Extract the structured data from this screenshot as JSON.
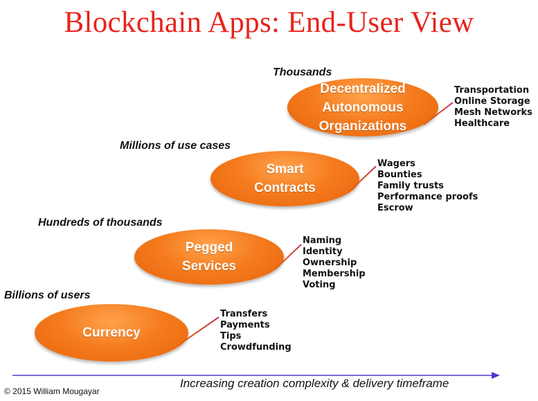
{
  "title": "Blockchain Apps: End-User View",
  "tiers": [
    {
      "scale": "Billions of users",
      "name": "Currency",
      "items": [
        "Transfers",
        "Payments",
        "Tips",
        "Crowdfunding"
      ]
    },
    {
      "scale": "Hundreds of thousands",
      "name": "Pegged\nServices",
      "items": [
        "Naming",
        "Identity",
        "Ownership",
        "Membership",
        "Voting"
      ]
    },
    {
      "scale": "Millions of use cases",
      "name": "Smart\nContracts",
      "items": [
        "Wagers",
        "Bounties",
        "Family trusts",
        "Performance proofs",
        "Escrow"
      ]
    },
    {
      "scale": "Thousands",
      "name": "Decentralized\nAutonomous\nOrganizations",
      "items": [
        "Transportation",
        "Online Storage",
        "Mesh Networks",
        "Healthcare"
      ]
    }
  ],
  "axis_label": "Increasing creation complexity & delivery timeframe",
  "copyright": "© 2015 William Mougayar",
  "colors": {
    "title": "#e8231b",
    "ellipse": "#f57d1f",
    "axis": "#4a3bd1",
    "connector": "#c0344a"
  }
}
